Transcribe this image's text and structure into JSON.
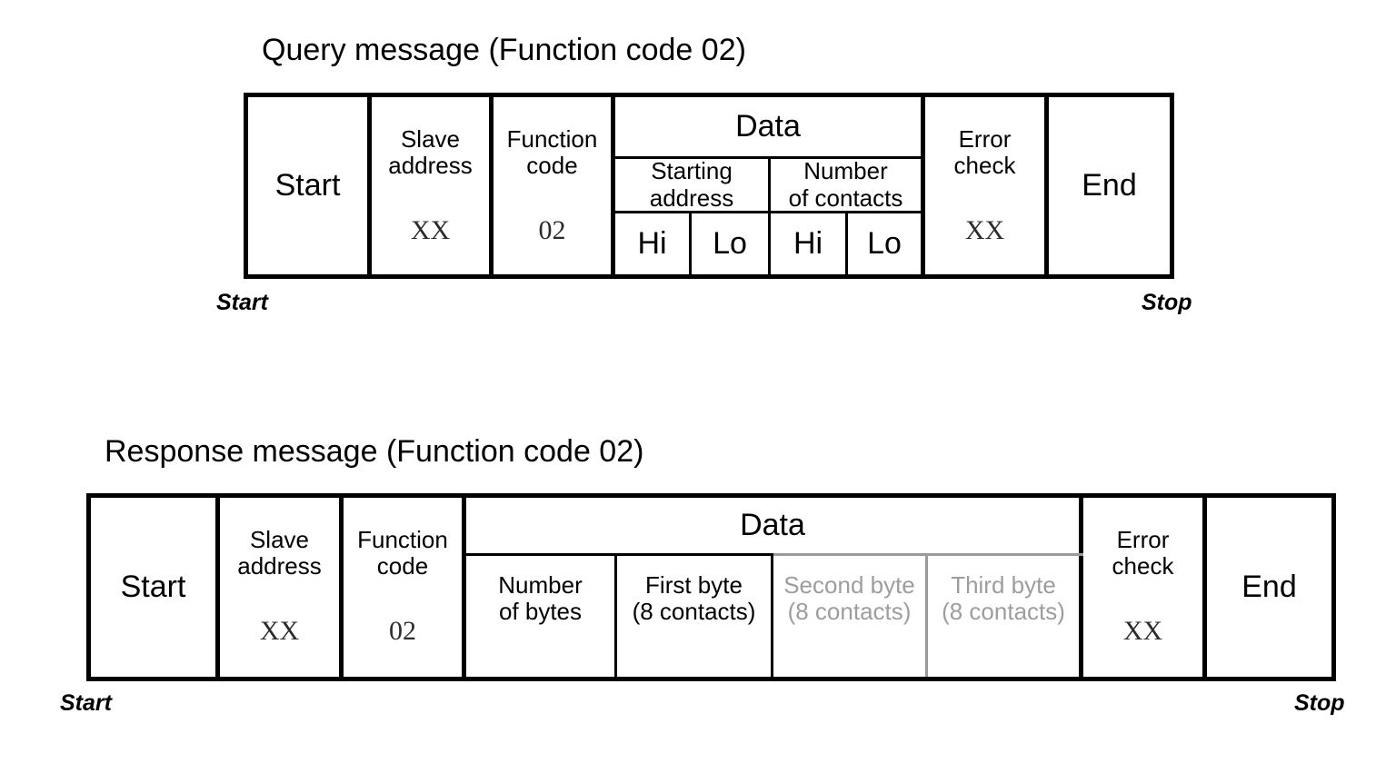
{
  "diagram": {
    "query": {
      "title": "Query message (Function code 02)",
      "start_caption": "Start",
      "stop_caption": "Stop",
      "fields": {
        "start": "Start",
        "slave_address": "Slave\naddress",
        "slave_address_value": "XX",
        "function_code": "Function\ncode",
        "function_code_value": "02",
        "data": "Data",
        "starting_address": "Starting\naddress",
        "number_of_contacts": "Number\nof contacts",
        "starting_address_hi": "Hi",
        "starting_address_lo": "Lo",
        "number_of_contacts_hi": "Hi",
        "number_of_contacts_lo": "Lo",
        "error_check": "Error\ncheck",
        "error_check_value": "XX",
        "end": "End"
      }
    },
    "response": {
      "title": "Response message (Function code 02)",
      "start_caption": "Start",
      "stop_caption": "Stop",
      "fields": {
        "start": "Start",
        "slave_address": "Slave\naddress",
        "slave_address_value": "XX",
        "function_code": "Function\ncode",
        "function_code_value": "02",
        "data": "Data",
        "number_of_bytes": "Number\nof bytes",
        "first_byte": "First byte\n(8 contacts)",
        "second_byte": "Second byte\n(8 contacts)",
        "third_byte": "Third byte\n(8 contacts)",
        "error_check": "Error\ncheck",
        "error_check_value": "XX",
        "end": "End"
      }
    },
    "colors": {
      "line": "#000000",
      "muted_text": "#9d9d9d",
      "muted_line": "#9a9a9a",
      "value_text": "#2b2b2b",
      "background": "#ffffff"
    }
  }
}
